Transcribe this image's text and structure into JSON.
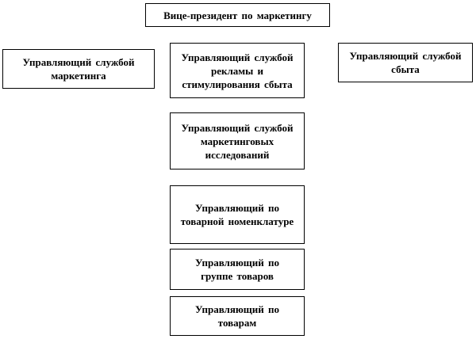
{
  "boxes": {
    "vice_president": "Вице-президент  по маркетингу",
    "marketing_service": "Управляющий  службой\nмаркетинга",
    "advertising_service": "Управляющий  службой\nрекламы и\nстимулирования  сбыта",
    "sales_service": "Управляющий  службой\nсбыта",
    "research_service": "Управляющий  службой\nмаркетинговых\nисследований",
    "product_nomenclature": "Управляющий  по\nтоварной  номенклатуре",
    "product_group": "Управляющий  по\nгруппе  товаров",
    "products": "Управляющий  по\nтоварам"
  }
}
